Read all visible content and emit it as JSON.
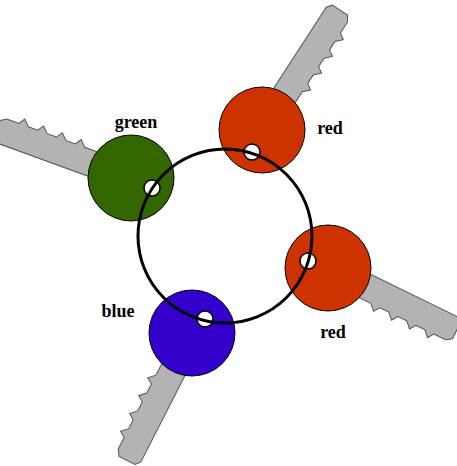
{
  "diagram": {
    "nodes": [
      {
        "text": [
          "green"
        ]
      },
      {
        "text": [
          "red"
        ]
      },
      {
        "text": [
          "red"
        ]
      },
      {
        "text": [
          "blue"
        ]
      }
    ]
  }
}
